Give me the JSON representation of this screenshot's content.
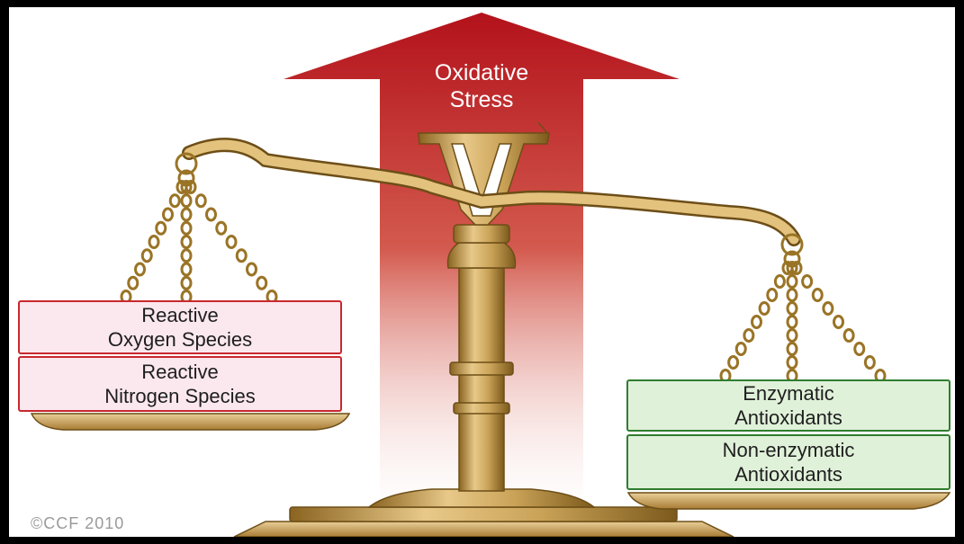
{
  "arrow": {
    "line1": "Oxidative",
    "line2": "Stress",
    "color": "#b3121b"
  },
  "left_pan": {
    "box1": {
      "line1": "Reactive",
      "line2": "Oxygen Species"
    },
    "box2": {
      "line1": "Reactive",
      "line2": "Nitrogen Species"
    },
    "box_fill": "#fbe8ee",
    "box_border": "#c8282e"
  },
  "right_pan": {
    "box1": {
      "line1": "Enzymatic",
      "line2": "Antioxidants"
    },
    "box2": {
      "line1": "Non-enzymatic",
      "line2": "Antioxidants"
    },
    "box_fill": "#e0f1d9",
    "box_border": "#2f7d2f"
  },
  "scale_color": "#c9a257",
  "copyright": "©CCF 2010"
}
